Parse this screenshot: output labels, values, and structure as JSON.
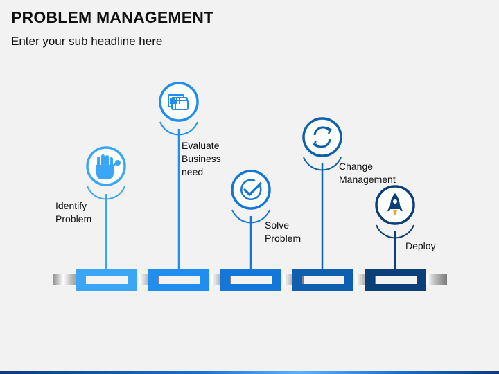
{
  "header": {
    "title": "PROBLEM MANAGEMENT",
    "subtitle": "Enter your sub headline here"
  },
  "steps": [
    {
      "label": "Identify\nProblem",
      "icon": "hand-stop-icon",
      "color": "#3aa6f5"
    },
    {
      "label": "Evaluate\nBusiness\nneed",
      "icon": "documents-icon",
      "color": "#1f8ef0"
    },
    {
      "label": "Solve\nProblem",
      "icon": "checkmark-badge-icon",
      "color": "#1476d8"
    },
    {
      "label": "Change\nManagement",
      "icon": "refresh-cycle-icon",
      "color": "#0e5fb0"
    },
    {
      "label": "Deploy",
      "icon": "rocket-icon",
      "color": "#0b3f78"
    }
  ]
}
